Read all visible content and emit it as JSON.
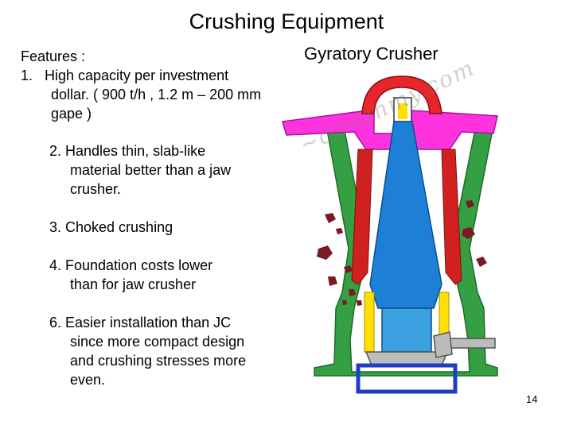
{
  "slide": {
    "title": "Crushing Equipment",
    "diagram_title": "Gyratory Crusher",
    "page_number": "14"
  },
  "features": {
    "label": "Features :",
    "items": [
      {
        "number": "1.",
        "line1": "High capacity per investment",
        "rest": "dollar. ( 900 t/h , 1.2 m – 200 mm gape )"
      },
      {
        "line1": "2. Handles thin, slab-like",
        "rest": "material better than a jaw crusher."
      },
      {
        "line1": "3. Choked crushing"
      },
      {
        "line1": "4. Foundation costs lower",
        "rest": "than for jaw crusher"
      },
      {
        "line1": "6. Easier installation than JC",
        "rest": "since more compact design and crushing stresses more even."
      }
    ]
  },
  "diagram": {
    "colors": {
      "frame": "#2a9a3a",
      "spider": "#e8242c",
      "top_shell": "#ff33dd",
      "mantle": "#1e7fd6",
      "concave": "#d02020",
      "shaft": "#3aa0e0",
      "bearing": "#ffe000",
      "base": "#1e3cc8",
      "gear": "#bcbcbc",
      "rock": "#7a1a22"
    }
  }
}
